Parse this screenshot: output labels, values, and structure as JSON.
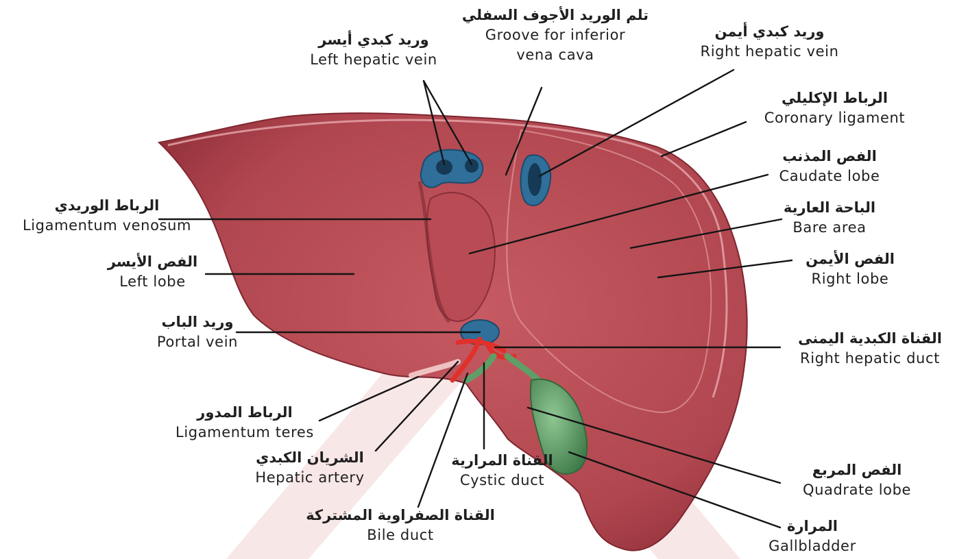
{
  "labels": {
    "left_hepatic_vein": {
      "ar": "وريد كبدي أيسر",
      "en": "Left hepatic vein"
    },
    "groove_ivc": {
      "ar": "تلم الوريد الأجوف السفلي",
      "en1": "Groove for inferior",
      "en2": "vena cava"
    },
    "right_hepatic_vein": {
      "ar": "وريد كبدي أيمن",
      "en": "Right hepatic vein"
    },
    "coronary_ligament": {
      "ar": "الرباط الإكليلي",
      "en": "Coronary ligament"
    },
    "caudate_lobe": {
      "ar": "الفص المذنب",
      "en": "Caudate lobe"
    },
    "bare_area": {
      "ar": "الباحة العارية",
      "en": "Bare area"
    },
    "right_lobe": {
      "ar": "الفص الأيمن",
      "en": "Right lobe"
    },
    "ligamentum_venosum": {
      "ar": "الرباط الوريدي",
      "en": "Ligamentum venosum"
    },
    "left_lobe": {
      "ar": "الفص الأيسر",
      "en": "Left lobe"
    },
    "portal_vein": {
      "ar": "وريد الباب",
      "en": "Portal vein"
    },
    "right_hepatic_duct": {
      "ar": "القناة الكبدية اليمنى",
      "en": "Right hepatic duct"
    },
    "ligamentum_teres": {
      "ar": "الرباط المدور",
      "en": "Ligamentum teres"
    },
    "hepatic_artery": {
      "ar": "الشريان الكبدي",
      "en": "Hepatic artery"
    },
    "cystic_duct": {
      "ar": "القناة المرارية",
      "en": "Cystic duct"
    },
    "bile_duct": {
      "ar": "القناة الصفراوية المشتركة",
      "en": "Bile duct"
    },
    "quadrate_lobe": {
      "ar": "الفص المربع",
      "en": "Quadrate lobe"
    },
    "gallbladder": {
      "ar": "المرارة",
      "en": "Gallbladder"
    }
  },
  "colors": {
    "liver": "#b54852",
    "liver_dark": "#8e2e38",
    "vein_blue": "#2f6f9a",
    "artery_red": "#e0302a",
    "bile_green": "#5f9e66",
    "watermark": "#f6dede"
  }
}
